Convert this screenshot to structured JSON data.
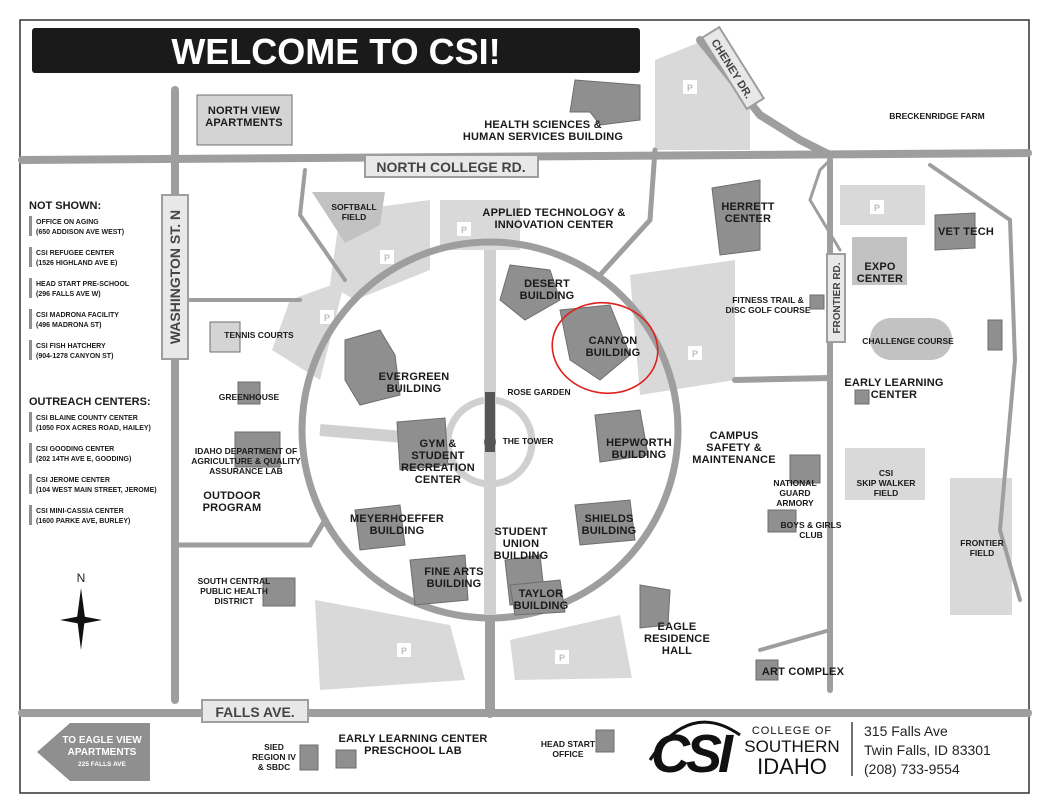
{
  "title": "WELCOME TO CSI!",
  "roads": {
    "north_college": "NORTH COLLEGE RD.",
    "washington": "WASHINGTON ST. N",
    "falls": "FALLS AVE.",
    "cheney": "CHENEY DR.",
    "frontier": "FRONTIER RD."
  },
  "buildings": {
    "north_view": [
      "NORTH VIEW",
      "APARTMENTS"
    ],
    "health_sciences": [
      "HEALTH SCIENCES &",
      "HUMAN SERVICES BUILDING"
    ],
    "breckenridge": "BRECKENRIDGE FARM",
    "softball": [
      "SOFTBALL",
      "FIELD"
    ],
    "applied_tech": [
      "APPLIED TECHNOLOGY &",
      "INNOVATION CENTER"
    ],
    "herrett": [
      "HERRETT",
      "CENTER"
    ],
    "vet_tech": "VET TECH",
    "expo": [
      "EXPO",
      "CENTER"
    ],
    "desert": [
      "DESERT",
      "BUILDING"
    ],
    "canyon": [
      "CANYON",
      "BUILDING"
    ],
    "fitness": [
      "FITNESS TRAIL &",
      "DISC GOLF COURSE"
    ],
    "challenge": "CHALLENGE COURSE",
    "tennis": "TENNIS COURTS",
    "evergreen": [
      "EVERGREEN",
      "BUILDING"
    ],
    "rose_garden": "ROSE GARDEN",
    "early_learning": [
      "EARLY LEARNING",
      "CENTER"
    ],
    "greenhouse": "GREENHOUSE",
    "the_tower": "THE TOWER",
    "hepworth": [
      "HEPWORTH",
      "BUILDING"
    ],
    "campus_safety": [
      "CAMPUS",
      "SAFETY &",
      "MAINTENANCE"
    ],
    "idaho_dept": [
      "IDAHO DEPARTMENT OF",
      "AGRICULTURE & QUALITY",
      "ASSURANCE LAB"
    ],
    "gym": [
      "GYM &",
      "STUDENT",
      "RECREATION",
      "CENTER"
    ],
    "national_guard": [
      "NATIONAL",
      "GUARD",
      "ARMORY"
    ],
    "skip_walker": [
      "CSI",
      "SKIP WALKER",
      "FIELD"
    ],
    "outdoor": [
      "OUTDOOR",
      "PROGRAM"
    ],
    "meyerhoeffer": [
      "MEYERHOEFFER",
      "BUILDING"
    ],
    "shields": [
      "SHIELDS",
      "BUILDING"
    ],
    "boys_girls": [
      "BOYS & GIRLS",
      "CLUB"
    ],
    "student_union": [
      "STUDENT",
      "UNION",
      "BUILDING"
    ],
    "frontier_field": [
      "FRONTIER",
      "FIELD"
    ],
    "south_central": [
      "SOUTH CENTRAL",
      "PUBLIC HEALTH",
      "DISTRICT"
    ],
    "fine_arts": [
      "FINE ARTS",
      "BUILDING"
    ],
    "taylor": [
      "TAYLOR",
      "BUILDING"
    ],
    "eagle": [
      "EAGLE",
      "RESIDENCE",
      "HALL"
    ],
    "art_complex": "ART COMPLEX",
    "sied": [
      "SIED",
      "REGION IV",
      "& SBDC"
    ],
    "early_learning_preschool": [
      "EARLY LEARNING CENTER",
      "PRESCHOOL LAB"
    ],
    "head_start_office": [
      "HEAD START",
      "OFFICE"
    ]
  },
  "parking_label": "P",
  "not_shown": {
    "title": "NOT SHOWN:",
    "items": [
      [
        "OFFICE ON AGING",
        "(650 ADDISON AVE WEST)"
      ],
      [
        "CSI REFUGEE CENTER",
        "(1526 HIGHLAND AVE E)"
      ],
      [
        "HEAD START PRE-SCHOOL",
        "(296 FALLS AVE W)"
      ],
      [
        "CSI MADRONA FACILITY",
        "(496 MADRONA ST)"
      ],
      [
        "CSI FISH HATCHERY",
        "(904-1278 CANYON ST)"
      ]
    ]
  },
  "outreach": {
    "title": "OUTREACH CENTERS:",
    "items": [
      [
        "CSI BLAINE COUNTY CENTER",
        "(1050 FOX ACRES ROAD, HAILEY)"
      ],
      [
        "CSI GOODING CENTER",
        "(202 14TH AVE E, GOODING)"
      ],
      [
        "CSI JEROME CENTER",
        "(104 WEST MAIN STREET, JEROME)"
      ],
      [
        "CSI MINI-CASSIA CENTER",
        "(1600 PARKE AVE, BURLEY)"
      ]
    ]
  },
  "compass": "N",
  "eagle_view": [
    "TO EAGLE VIEW",
    "APARTMENTS",
    "225 FALLS AVE"
  ],
  "logo": {
    "mark": "CSI",
    "college_of": "COLLEGE OF",
    "southern": "SOUTHERN",
    "idaho": "IDAHO"
  },
  "address": [
    "315 Falls Ave",
    "Twin Falls, ID 83301",
    "(208) 733-9554"
  ],
  "colors": {
    "road": "#9e9e9e",
    "parking": "#d9d9d9",
    "building": "#8f8f8f",
    "title_bar": "#1a1a1a",
    "highlight": "#e0201b"
  }
}
